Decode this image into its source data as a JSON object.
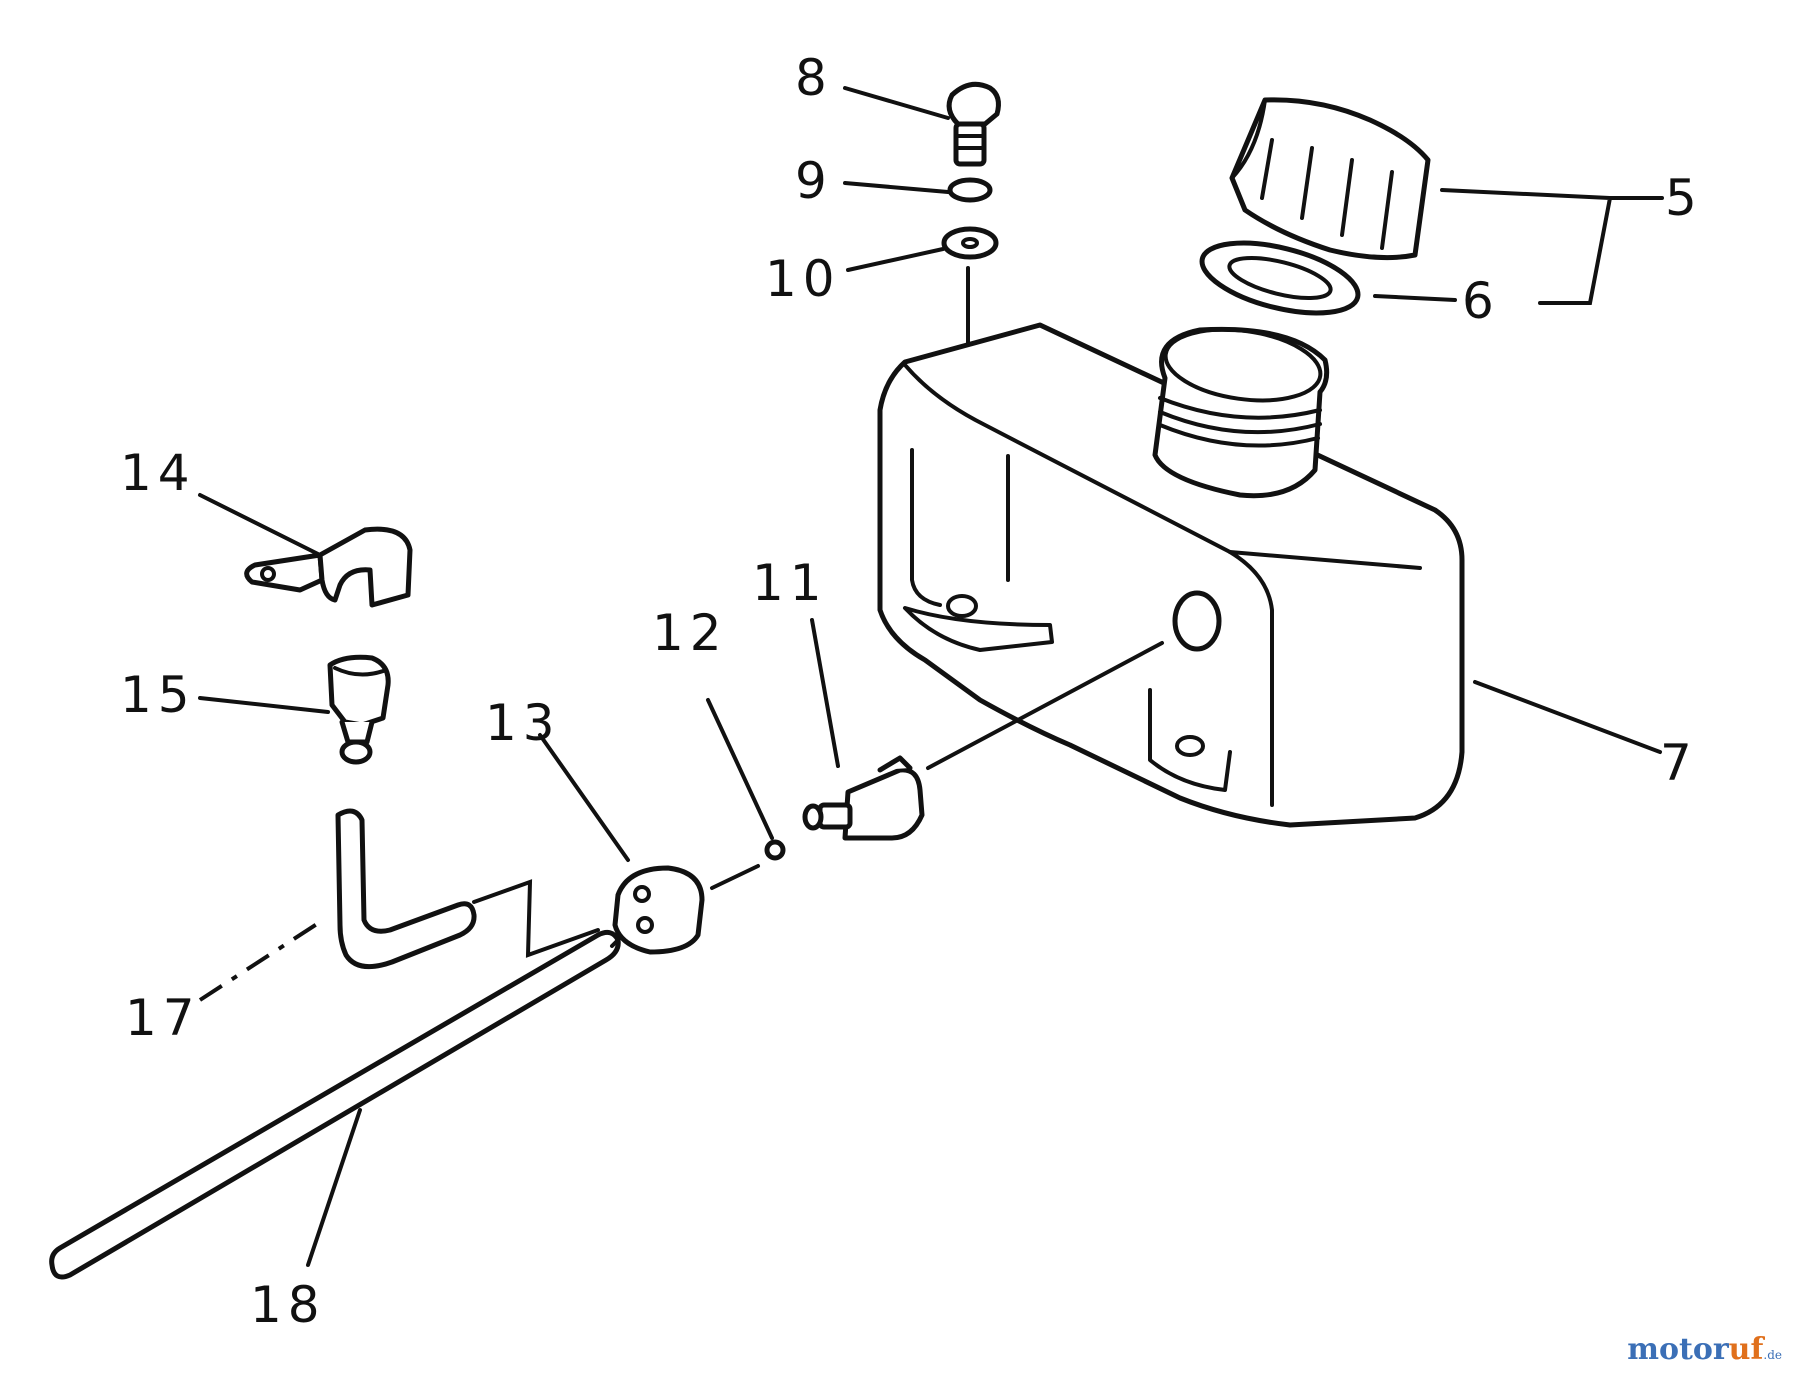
{
  "diagram": {
    "callouts": {
      "c5": "5",
      "c6": "6",
      "c7": "7",
      "c8": "8",
      "c9": "9",
      "c10": "10",
      "c11": "11",
      "c12": "12",
      "c13": "13",
      "c14": "14",
      "c15": "15",
      "c17": "17",
      "c18": "18"
    }
  },
  "watermark": {
    "part1": "motor",
    "part2": "uf",
    "suffix": ".de"
  }
}
